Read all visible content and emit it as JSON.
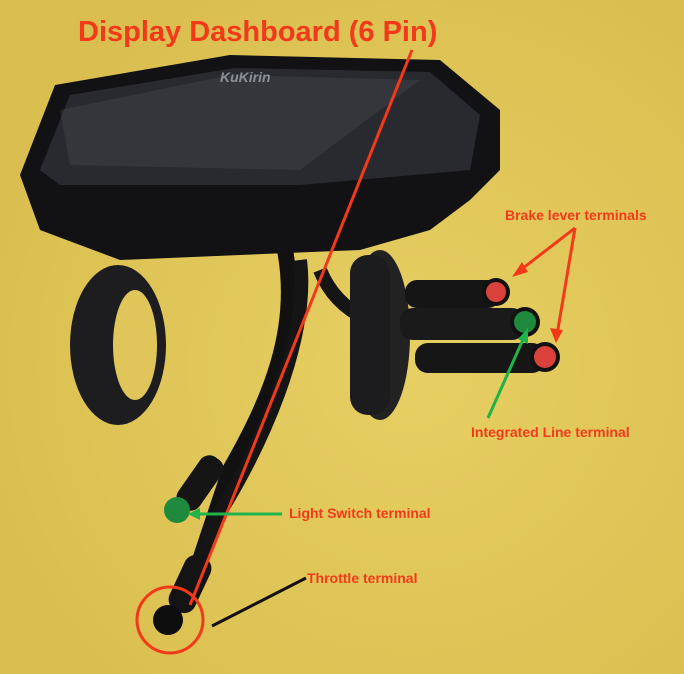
{
  "title": "Display Dashboard (6 Pin)",
  "logo": "KuKirin",
  "labels": {
    "brake": "Brake lever terminals",
    "integrated": "Integrated Line terminal",
    "light": "Light Switch terminal",
    "throttle": "Throttle terminal"
  },
  "colors": {
    "background": "#e3c95a",
    "annotation": "#f23a1a",
    "green_arrow": "#1fb34a",
    "connector_red": "#d9413a",
    "connector_green": "#1f8a3e"
  }
}
